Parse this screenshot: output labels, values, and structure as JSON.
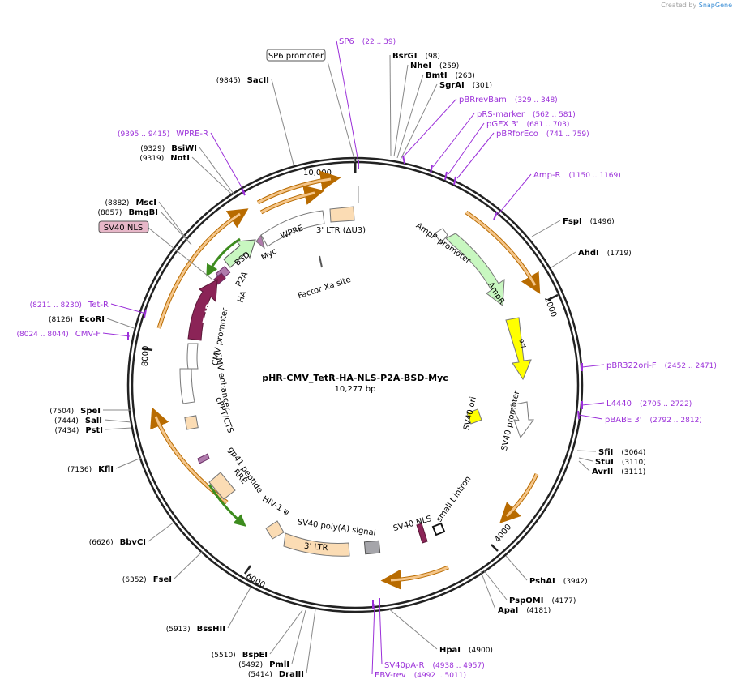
{
  "credit": {
    "prefix": "Created by",
    "brand": "SnapGene"
  },
  "plasmid": {
    "name": "pHR-CMV_TetR-HA-NLS-P2A-BSD-Myc",
    "length": "10,277 bp"
  },
  "ruler": [
    "10,000",
    "2000",
    "4000",
    "6000",
    "8000"
  ],
  "sites": [
    {
      "name": "BsrGI",
      "pos": "(98)"
    },
    {
      "name": "NheI",
      "pos": "(259)"
    },
    {
      "name": "BmtI",
      "pos": "(263)"
    },
    {
      "name": "SgrAI",
      "pos": "(301)"
    },
    {
      "name": "FspI",
      "pos": "(1496)"
    },
    {
      "name": "AhdI",
      "pos": "(1719)"
    },
    {
      "name": "SfiI",
      "pos": "(3064)"
    },
    {
      "name": "StuI",
      "pos": "(3110)"
    },
    {
      "name": "AvrII",
      "pos": "(3111)"
    },
    {
      "name": "PshAI",
      "pos": "(3942)"
    },
    {
      "name": "PspOMI",
      "pos": "(4177)"
    },
    {
      "name": "ApaI",
      "pos": "(4181)"
    },
    {
      "name": "HpaI",
      "pos": "(4900)"
    },
    {
      "name": "DraIII",
      "pos": "(5414)"
    },
    {
      "name": "PmlI",
      "pos": "(5492)"
    },
    {
      "name": "BspEI",
      "pos": "(5510)"
    },
    {
      "name": "BssHII",
      "pos": "(5913)"
    },
    {
      "name": "FseI",
      "pos": "(6352)"
    },
    {
      "name": "BbvCI",
      "pos": "(6626)"
    },
    {
      "name": "KflI",
      "pos": "(7136)"
    },
    {
      "name": "PstI",
      "pos": "(7434)"
    },
    {
      "name": "SalI",
      "pos": "(7444)"
    },
    {
      "name": "SpeI",
      "pos": "(7504)"
    },
    {
      "name": "EcoRI",
      "pos": "(8126)"
    },
    {
      "name": "BmgBI",
      "pos": "(8857)"
    },
    {
      "name": "MscI",
      "pos": "(8882)"
    },
    {
      "name": "NotI",
      "pos": "(9319)"
    },
    {
      "name": "BsiWI",
      "pos": "(9329)"
    },
    {
      "name": "SacII",
      "pos": "(9845)"
    }
  ],
  "primers": [
    {
      "name": "SP6",
      "range": "(22 .. 39)"
    },
    {
      "name": "pBRrevBam",
      "range": "(329 .. 348)"
    },
    {
      "name": "pRS-marker",
      "range": "(562 .. 581)"
    },
    {
      "name": "pGEX 3'",
      "range": "(681 .. 703)"
    },
    {
      "name": "pBRforEco",
      "range": "(741 .. 759)"
    },
    {
      "name": "Amp-R",
      "range": "(1150 .. 1169)"
    },
    {
      "name": "pBR322ori-F",
      "range": "(2452 .. 2471)"
    },
    {
      "name": "L4440",
      "range": "(2705 .. 2722)"
    },
    {
      "name": "pBABE 3'",
      "range": "(2792 .. 2812)"
    },
    {
      "name": "SV40pA-R",
      "range": "(4938 .. 4957)"
    },
    {
      "name": "EBV-rev",
      "range": "(4992 .. 5011)"
    },
    {
      "name": "CMV-F",
      "range": "(8024 .. 8044)"
    },
    {
      "name": "Tet-R",
      "range": "(8211 .. 8230)"
    },
    {
      "name": "WPRE-R",
      "range": "(9395 .. 9415)"
    }
  ],
  "features": {
    "sp6_promoter": "SP6 promoter",
    "ltr3": "3' LTR (ΔU3)",
    "wpre": "WPRE",
    "myc": "Myc",
    "bsd": "BSD",
    "p2a": "P2A",
    "ha": "HA",
    "factor_xa": "Factor Xa site",
    "sv40_nls_box": "SV40 NLS",
    "tetr": "TetR",
    "cmv_promoter": "CMV promoter",
    "cmv_enhancer": "CMV enhancer",
    "cppt": "cPPT/CTS",
    "gp41": "gp41 peptide",
    "rre": "RRE",
    "hiv_psi": "HIV-1 ψ",
    "sv40_polya": "SV40 poly(A) signal",
    "ltr3b": "3' LTR",
    "sv40_nls": "SV40 NLS",
    "small_t": "small t intron",
    "sv40_promoter": "SV40 promoter",
    "sv40_ori": "SV40 ori",
    "ori": "ori",
    "ampr": "AmpR",
    "ampr_promoter": "AmpR promoter"
  },
  "colors": {
    "site": "#000000",
    "primer": "#9b30d9",
    "backbone": "#222222",
    "orf_orange": "#f5c68a",
    "orf_stroke": "#b86b00",
    "green_arrow": "#6fbf3a",
    "ampr": "#c8f7c0",
    "ori": "#ffff00",
    "tetr": "#8b2457",
    "ltr": "#fbdcb4",
    "polya": "#a5a5aa"
  }
}
